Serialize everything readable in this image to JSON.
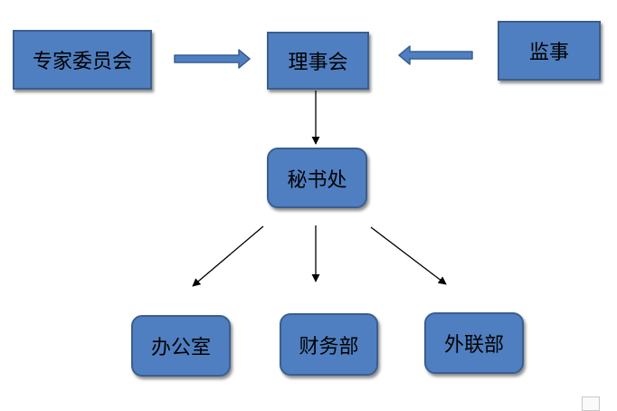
{
  "nodes": {
    "expert_committee": "专家委员会",
    "council": "理事会",
    "supervisor": "监事",
    "secretariat": "秘书处",
    "office": "办公室",
    "finance": "财务部",
    "external_affairs": "外联部"
  },
  "colors": {
    "node_fill": "#4f7fc1",
    "node_border": "#3a5f8f",
    "block_arrow_fill": "#4f7fc1",
    "line_arrow": "#000000"
  }
}
